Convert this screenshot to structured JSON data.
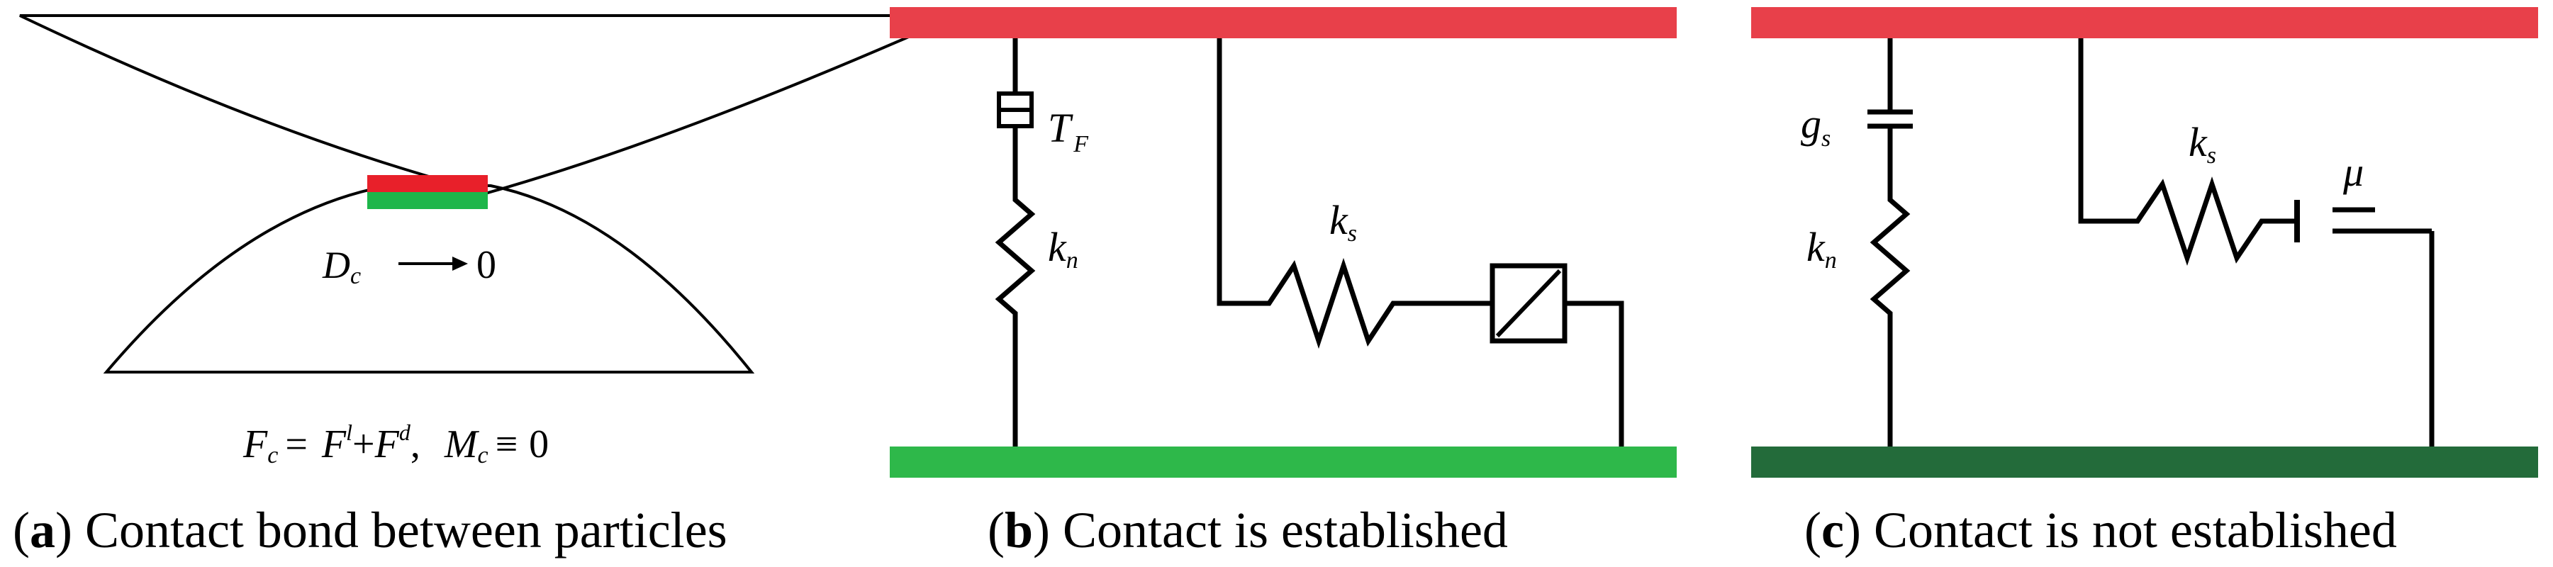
{
  "colors": {
    "red_bar": "#E8404A",
    "green_bar": "#2EB84A",
    "dark_green_bar": "#236B3A",
    "bond_red": "#E8202A",
    "bond_green": "#1DB64A",
    "line": "#000000"
  },
  "panel_a": {
    "dc_label": "D",
    "dc_sub": "c",
    "dc_value": "0",
    "eq_fc": "F",
    "eq_fc_sub": "c",
    "eq_eq1": "= ",
    "eq_f1": "F",
    "eq_f1_sup": "l",
    "eq_plus": "+",
    "eq_fd": "F",
    "eq_fd_sup": "d",
    "eq_comma": ",",
    "eq_mc": "M",
    "eq_mc_sub": "c",
    "eq_ident": "≡",
    "eq_zero": "0",
    "caption_label": "a",
    "caption_text": " Contact bond between particles"
  },
  "panel_b": {
    "tf_label": "T",
    "tf_sub": "F",
    "kn_label": "k",
    "kn_sub": "n",
    "ks_label": "k",
    "ks_sub": "s",
    "caption_label": "b",
    "caption_text": " Contact is established"
  },
  "panel_c": {
    "gs_label": "g",
    "gs_sub": "s",
    "kn_label": "k",
    "kn_sub": "n",
    "ks_label": "k",
    "ks_sub": "s",
    "mu_label": "μ",
    "caption_label": "c",
    "caption_text": " Contact is not established"
  }
}
